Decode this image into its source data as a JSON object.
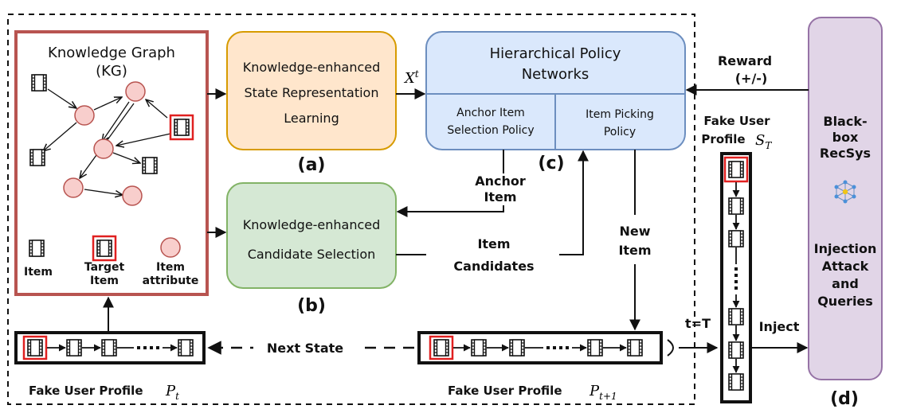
{
  "kg": {
    "title_line1": "Knowledge Graph",
    "title_line2": "(KG)",
    "legend_item": "Item",
    "legend_target_line1": "Target",
    "legend_target_line2": "Item",
    "legend_attr_line1": "Item",
    "legend_attr_line2": "attribute"
  },
  "state_rep": {
    "line1": "Knowledge-enhanced",
    "line2": "State Representation",
    "line3": "Learning",
    "tag": "(a)"
  },
  "candidate_sel": {
    "line1": "Knowledge-enhanced",
    "line2": "Candidate Selection",
    "tag": "(b)"
  },
  "policy": {
    "title_line1": "Hierarchical Policy",
    "title_line2": "Networks",
    "anchor_line1": "Anchor Item",
    "anchor_line2": "Selection Policy",
    "picking_line1": "Item Picking",
    "picking_line2": "Policy",
    "tag": "(c)"
  },
  "labels": {
    "xt_base": "X",
    "xt_sup": "t",
    "anchor_item_line1": "Anchor",
    "anchor_item_line2": "Item",
    "item_candidates_line1": "Item",
    "item_candidates_line2": "Candidates",
    "new_item_line1": "New",
    "new_item_line2": "Item",
    "reward_line1": "Reward",
    "reward_line2": "(+/-)",
    "next_state": "Next State",
    "t_eq_T": "t=T",
    "inject": "Inject",
    "fake_profile_top_line1": "Fake User",
    "fake_profile_top_line2": "Profile",
    "fake_profile_top_sym": "S",
    "fake_profile_top_sub": "T",
    "profile_pt_label": "Fake User Profile",
    "pt_sym": "P",
    "pt_sub": "t",
    "profile_pt1_label": "Fake User Profile",
    "pt1_sym": "P",
    "pt1_sub": "t+1"
  },
  "recsys": {
    "line1": "Black-",
    "line2": "box",
    "line3": "RecSys",
    "line4": "Injection",
    "line5": "Attack",
    "line6": "and",
    "line7": "Queries",
    "tag": "(d)"
  },
  "colors": {
    "kg_border": "#b85450",
    "kg_node_fill": "#f8cecc",
    "state_fill": "#ffe6cc",
    "state_border": "#d79b00",
    "cand_fill": "#d5e8d4",
    "cand_border": "#82b366",
    "policy_fill": "#dae8fc",
    "policy_border": "#6c8ebf",
    "recsys_fill": "#e1d5e7",
    "recsys_border": "#9673a6",
    "target_red": "#e02020"
  }
}
